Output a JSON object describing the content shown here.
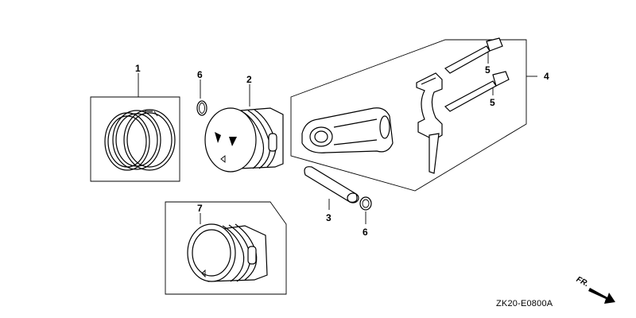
{
  "callouts": {
    "piston_rings": "1",
    "piston": "2",
    "piston_pin": "3",
    "connecting_rod_assembly": "4",
    "rod_bolt_upper": "5",
    "rod_bolt_lower": "5",
    "pin_clip_upper": "6",
    "pin_clip_lower": "6",
    "piston_oversize": "7"
  },
  "direction_label": "FR.",
  "diagram_code": "ZK20-E0800A"
}
